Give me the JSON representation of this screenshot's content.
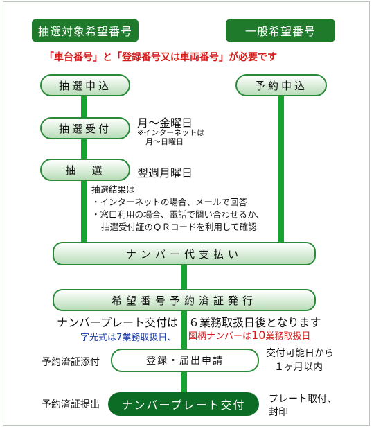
{
  "headers": {
    "left": "抽選対象希望番号",
    "right": "一般希望番号"
  },
  "requirement": "「車台番号」と「登録番号又は車両番号」が必要です",
  "steps": {
    "lottery_apply": "抽選申込",
    "reserve_apply": "予約申込",
    "lottery_accept": "抽選受付",
    "lottery": "抽　選",
    "payment": "ナンバー代支払い",
    "issue": "希望番号予約済証発行",
    "register": "登録・届出申請",
    "deliver": "ナンバープレート交付"
  },
  "notes": {
    "accept_days": "月～金曜日",
    "accept_internet_1": "※インターネットは",
    "accept_internet_2": "月～日曜日",
    "lottery_day": "翌週月曜日",
    "result_title": "抽選結果は",
    "result_line1": "・インターネットの場合、メールで回答",
    "result_line2": "・窓口利用の場合、電話で問い合わせるか、",
    "result_line3": "抽選受付証のＱＲコードを利用して確認",
    "plate_timing_a": "ナンバープレート交付は",
    "plate_timing_b": "６業務取扱日後となります",
    "character_type": "字光式は7業務取扱日、",
    "picture_type_a": "図柄ナンバーは",
    "picture_type_b": "10",
    "picture_type_c": "業務取扱日",
    "attach": "予約済証添付",
    "deliver_from_1": "交付可能日から",
    "deliver_from_2": "１ヶ月以内",
    "submit": "予約済証提出",
    "plate_install_1": "プレート取付、",
    "plate_install_2": "封印"
  }
}
